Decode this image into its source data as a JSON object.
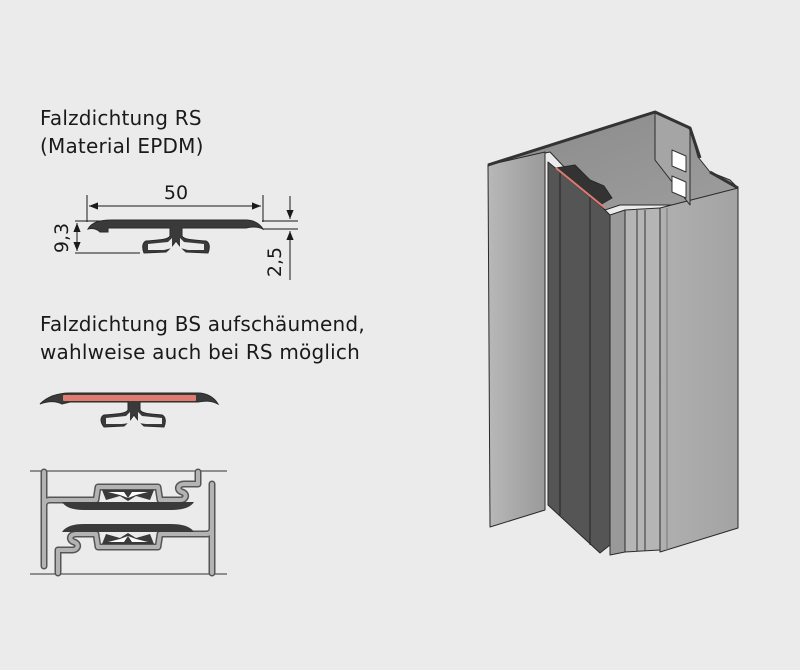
{
  "section_rs": {
    "title_line1": "Falzdichtung RS",
    "title_line2": "(Material EPDM)",
    "dimensions": {
      "width": "50",
      "height": "9,3",
      "lip_thickness": "2,5"
    }
  },
  "section_bs": {
    "title_line1": "Falzdichtung BS aufschäumend,",
    "title_line2": "wahlweise auch bei RS möglich",
    "foam_color": "#e07b72"
  },
  "colors": {
    "background": "#ebebeb",
    "seal": "#3a3a3a",
    "profile_light": "#a9a9a9",
    "profile_dark": "#555555"
  }
}
